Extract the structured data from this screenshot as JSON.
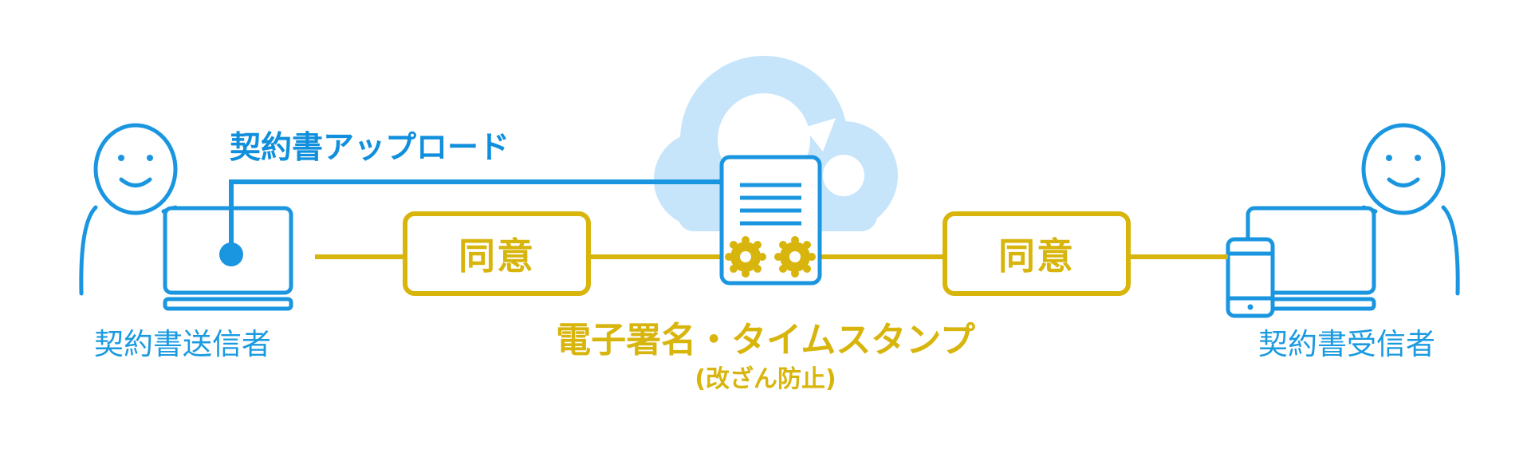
{
  "labels": {
    "upload": "契約書アップロード",
    "sender": "契約書送信者",
    "receiver": "契約書受信者",
    "consent_left": "同意",
    "consent_right": "同意",
    "signature": "電子署名・タイムスタンプ",
    "tamper_proof": "(改ざん防止)"
  },
  "icons": {
    "sender_person": "person-icon",
    "sender_device": "laptop-icon",
    "receiver_person": "person-icon",
    "receiver_device": "laptop-icon",
    "receiver_phone": "smartphone-icon",
    "cloud": "cloud-icon",
    "document": "document-icon",
    "seals": "seal-icon"
  },
  "colors": {
    "blue": "#0f8fdc",
    "light_blue": "#c6e4fa",
    "gold": "#d8b50c"
  }
}
